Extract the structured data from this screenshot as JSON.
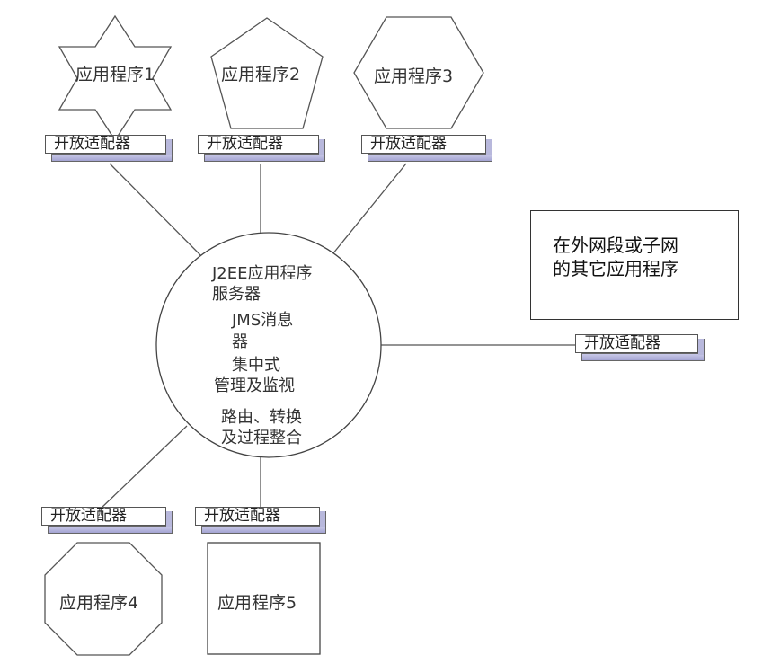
{
  "apps": [
    {
      "label": "应用程序1",
      "shape": "star"
    },
    {
      "label": "应用程序2",
      "shape": "pentagon"
    },
    {
      "label": "应用程序3",
      "shape": "hexagon"
    },
    {
      "label": "应用程序4",
      "shape": "octagon"
    },
    {
      "label": "应用程序5",
      "shape": "square"
    }
  ],
  "adapter_label": "开放适配器",
  "server": {
    "line1": "J2EE应用程序",
    "line2": "服务器",
    "line3": "JMS消息",
    "line4": "器",
    "line5": "集中式",
    "line6": "管理及监视",
    "line7": "路由、转换",
    "line8": "及过程整合"
  },
  "external_box": {
    "line1": "在外网段或子网",
    "line2": "的其它应用程序"
  },
  "colors": {
    "line": "#555555",
    "adapter_depth": "#b0b0d8",
    "outline": "#333333"
  }
}
